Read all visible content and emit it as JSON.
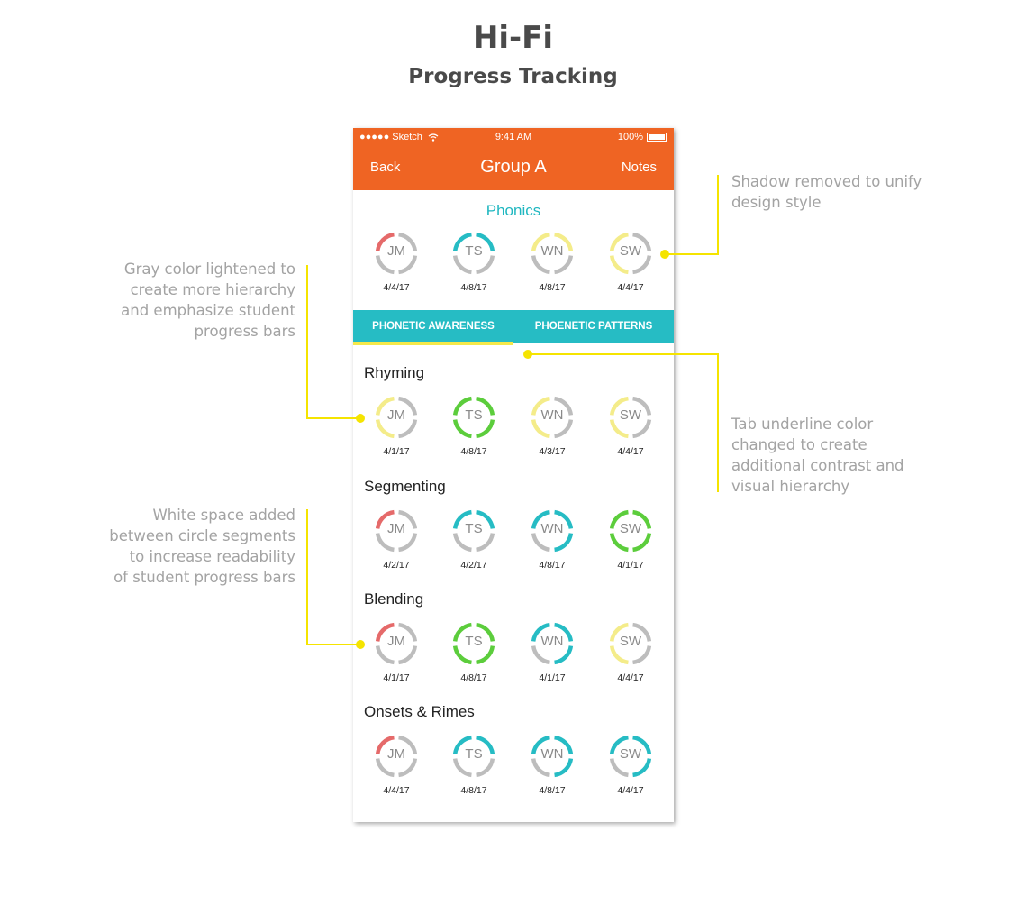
{
  "title": "Hi-Fi",
  "subtitle": "Progress Tracking",
  "annotations": {
    "shadow": "Shadow removed to unify\ndesign style",
    "gray": "Gray color lightened to\ncreate more hierarchy\nand emphasize student\nprogress bars",
    "tab_underline": "Tab underline color\nchanged to create\nadditional contrast and\nvisual hierarchy",
    "white_space": "White space added\nbetween circle segments\nto increase readability\nof student progress bars"
  },
  "colors": {
    "orange": "#ef6423",
    "teal": "#26bcc4",
    "gray": "#bdbdbd",
    "red": "#e56a6a",
    "yellow": "#f4ec8a",
    "green": "#5ccd3c",
    "annotation_line": "#f5e400"
  },
  "status_bar": {
    "carrier": "●●●●● Sketch",
    "wifi_icon": "wifi-icon",
    "time": "9:41 AM",
    "battery": "100%"
  },
  "nav": {
    "back": "Back",
    "title": "Group A",
    "notes": "Notes"
  },
  "section": "Phonics",
  "summary": [
    {
      "initials": "JM",
      "date": "4/4/17",
      "segments": [
        "gray",
        "gray",
        "gray",
        "red"
      ]
    },
    {
      "initials": "TS",
      "date": "4/8/17",
      "segments": [
        "teal",
        "gray",
        "gray",
        "teal"
      ]
    },
    {
      "initials": "WN",
      "date": "4/8/17",
      "segments": [
        "yellow",
        "gray",
        "gray",
        "yellow"
      ]
    },
    {
      "initials": "SW",
      "date": "4/4/17",
      "segments": [
        "gray",
        "gray",
        "yellow",
        "yellow"
      ]
    }
  ],
  "tabs": [
    {
      "label": "PHONETIC AWARENESS",
      "active": true
    },
    {
      "label": "PHOENETIC PATTERNS",
      "active": false
    }
  ],
  "skills": [
    {
      "name": "Rhyming",
      "students": [
        {
          "initials": "JM",
          "date": "4/1/17",
          "segments": [
            "gray",
            "gray",
            "yellow",
            "yellow"
          ]
        },
        {
          "initials": "TS",
          "date": "4/8/17",
          "segments": [
            "green",
            "green",
            "green",
            "green"
          ]
        },
        {
          "initials": "WN",
          "date": "4/3/17",
          "segments": [
            "gray",
            "gray",
            "yellow",
            "yellow"
          ]
        },
        {
          "initials": "SW",
          "date": "4/4/17",
          "segments": [
            "gray",
            "gray",
            "yellow",
            "yellow"
          ]
        }
      ]
    },
    {
      "name": "Segmenting",
      "students": [
        {
          "initials": "JM",
          "date": "4/2/17",
          "segments": [
            "gray",
            "gray",
            "gray",
            "red"
          ]
        },
        {
          "initials": "TS",
          "date": "4/2/17",
          "segments": [
            "teal",
            "gray",
            "gray",
            "teal"
          ]
        },
        {
          "initials": "WN",
          "date": "4/8/17",
          "segments": [
            "teal",
            "teal",
            "gray",
            "teal"
          ]
        },
        {
          "initials": "SW",
          "date": "4/1/17",
          "segments": [
            "green",
            "green",
            "green",
            "green"
          ]
        }
      ]
    },
    {
      "name": "Blending",
      "students": [
        {
          "initials": "JM",
          "date": "4/1/17",
          "segments": [
            "gray",
            "gray",
            "gray",
            "red"
          ]
        },
        {
          "initials": "TS",
          "date": "4/8/17",
          "segments": [
            "green",
            "green",
            "green",
            "green"
          ]
        },
        {
          "initials": "WN",
          "date": "4/1/17",
          "segments": [
            "teal",
            "teal",
            "gray",
            "teal"
          ]
        },
        {
          "initials": "SW",
          "date": "4/4/17",
          "segments": [
            "gray",
            "gray",
            "yellow",
            "yellow"
          ]
        }
      ]
    },
    {
      "name": "Onsets & Rimes",
      "students": [
        {
          "initials": "JM",
          "date": "4/4/17",
          "segments": [
            "gray",
            "gray",
            "gray",
            "red"
          ]
        },
        {
          "initials": "TS",
          "date": "4/8/17",
          "segments": [
            "teal",
            "gray",
            "gray",
            "teal"
          ]
        },
        {
          "initials": "WN",
          "date": "4/8/17",
          "segments": [
            "teal",
            "teal",
            "gray",
            "teal"
          ]
        },
        {
          "initials": "SW",
          "date": "4/4/17",
          "segments": [
            "teal",
            "teal",
            "gray",
            "teal"
          ]
        }
      ]
    }
  ]
}
